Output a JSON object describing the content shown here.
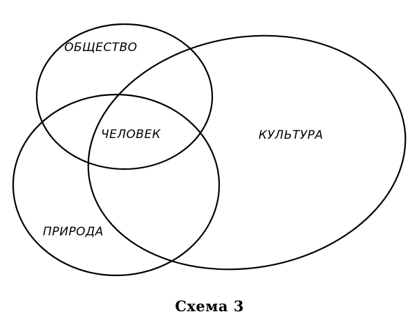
{
  "diagram": {
    "labels": {
      "society": "ОБЩЕСТВО",
      "human": "ЧЕЛОВЕК",
      "culture": "КУЛЬТУРА",
      "nature": "ПРИРОДА"
    },
    "caption": "Схема 3",
    "line_color": "#000000",
    "background_color": "#ffffff"
  }
}
